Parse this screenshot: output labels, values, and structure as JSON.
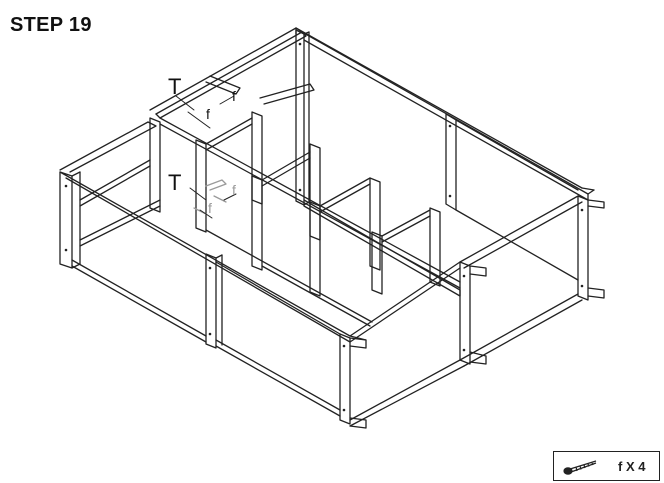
{
  "step": {
    "title": "STEP 19"
  },
  "callouts": {
    "t_top": "T",
    "f_top_1": "f",
    "f_top_2": "f",
    "t_lower": "T",
    "f_lower_1": "f",
    "f_lower_2": "f"
  },
  "parts": {
    "icon": "screw-icon",
    "label": "f X 4",
    "quantity": 4,
    "part_letter": "f"
  },
  "colors": {
    "line": "#222222",
    "ghost": "#9a9a9a",
    "background": "#ffffff"
  }
}
